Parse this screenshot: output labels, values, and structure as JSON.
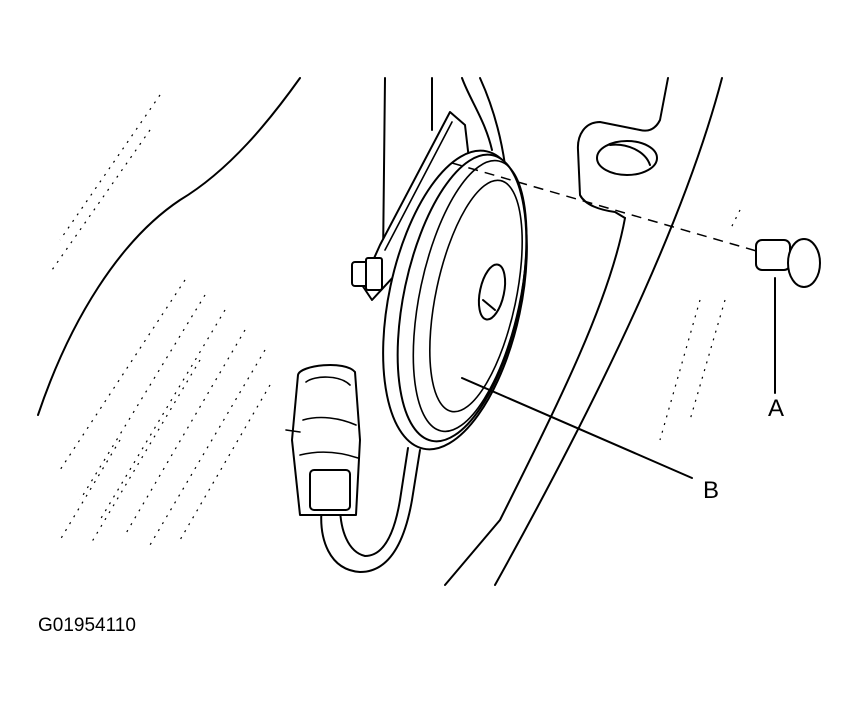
{
  "figure": {
    "id_code": "G01954110",
    "callouts": [
      {
        "key": "a",
        "letter": "A"
      },
      {
        "key": "b",
        "letter": "B"
      }
    ]
  },
  "colors": {
    "ink": "#000000",
    "background": "#ffffff"
  }
}
